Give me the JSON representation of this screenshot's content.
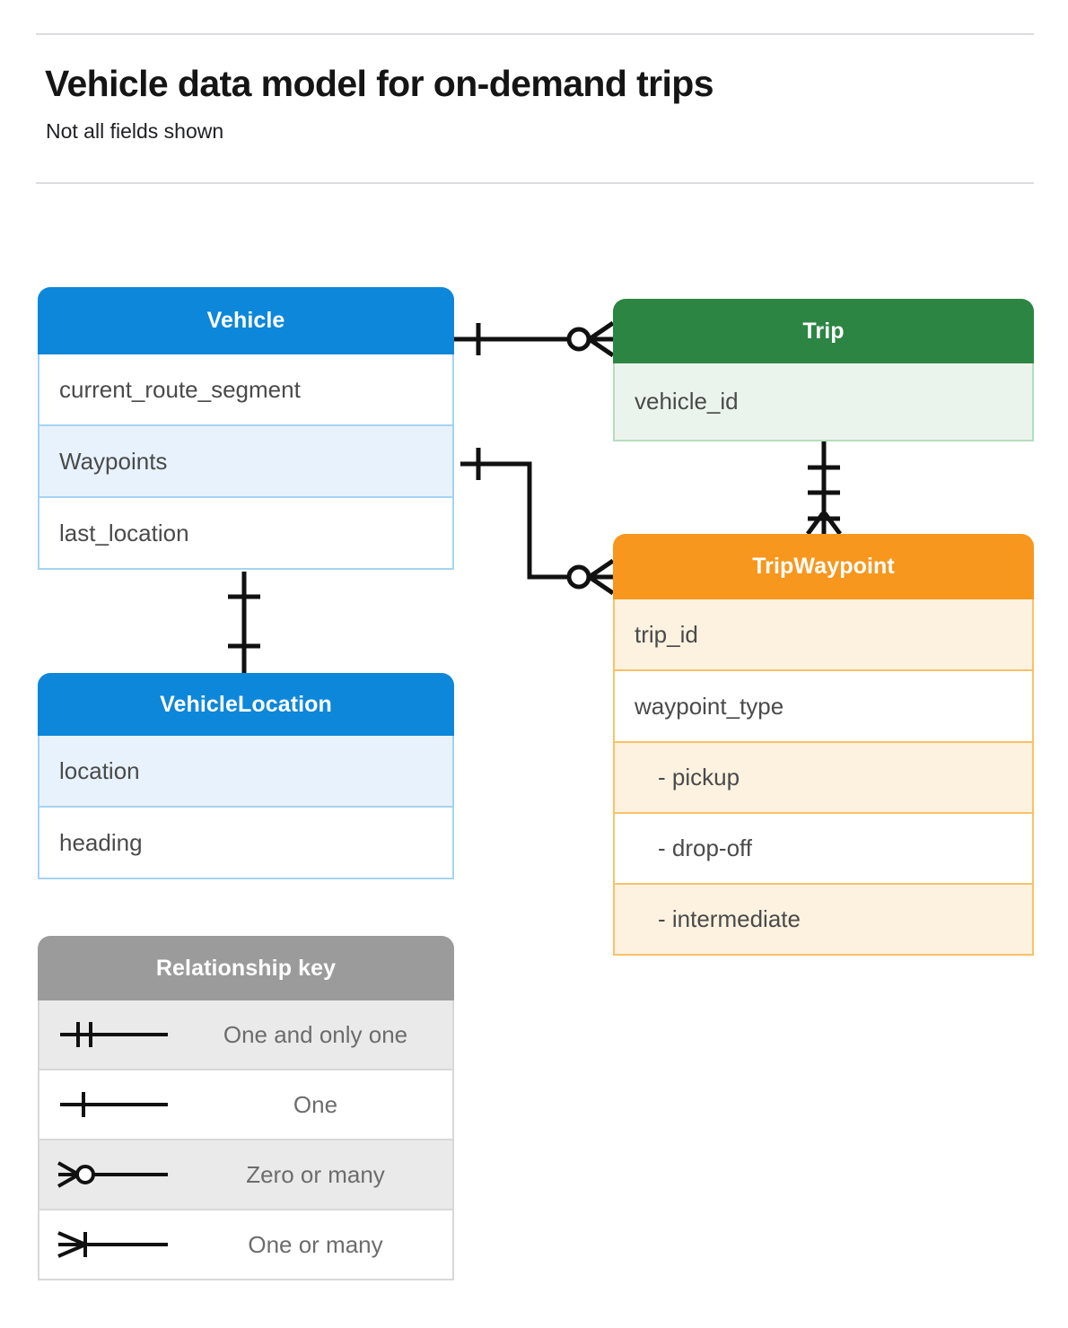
{
  "header": {
    "title": "Vehicle data model for on-demand trips",
    "subtitle": "Not all fields shown"
  },
  "entities": [
    {
      "id": "vehicle",
      "name": "Vehicle",
      "color": "#0d87d9",
      "fields": [
        "current_route_segment",
        "Waypoints",
        "last_location"
      ]
    },
    {
      "id": "trip",
      "name": "Trip",
      "color": "#2d8544",
      "fields": [
        "vehicle_id"
      ]
    },
    {
      "id": "tripwaypoint",
      "name": "TripWaypoint",
      "color": "#f7971d",
      "fields": [
        "trip_id",
        "waypoint_type",
        "-  pickup",
        "-  drop-off",
        "-  intermediate"
      ]
    },
    {
      "id": "vehiclelocation",
      "name": "VehicleLocation",
      "color": "#0d87d9",
      "fields": [
        "location",
        "heading"
      ]
    }
  ],
  "legend": {
    "title": "Relationship key",
    "items": [
      {
        "symbol": "one-and-only-one-symbol",
        "label": "One and only one"
      },
      {
        "symbol": "one-symbol",
        "label": "One"
      },
      {
        "symbol": "zero-or-many-symbol",
        "label": "Zero or many"
      },
      {
        "symbol": "one-or-many-symbol",
        "label": "One or many"
      }
    ]
  },
  "relationships": [
    {
      "from": "Vehicle",
      "to": "Trip",
      "from_cardinality": "One",
      "to_cardinality": "Zero or many"
    },
    {
      "from": "Vehicle.Waypoints",
      "to": "TripWaypoint",
      "from_cardinality": "One",
      "to_cardinality": "Zero or many"
    },
    {
      "from": "Trip",
      "to": "TripWaypoint",
      "from_cardinality": "One and only one",
      "to_cardinality": "One or many"
    },
    {
      "from": "Vehicle.last_location",
      "to": "VehicleLocation",
      "from_cardinality": "One",
      "to_cardinality": "One"
    }
  ],
  "colors": {
    "blue": "#0d87d9",
    "green": "#2d8544",
    "orange": "#f7971d",
    "gray": "#9b9b9b",
    "line": "#000000"
  }
}
